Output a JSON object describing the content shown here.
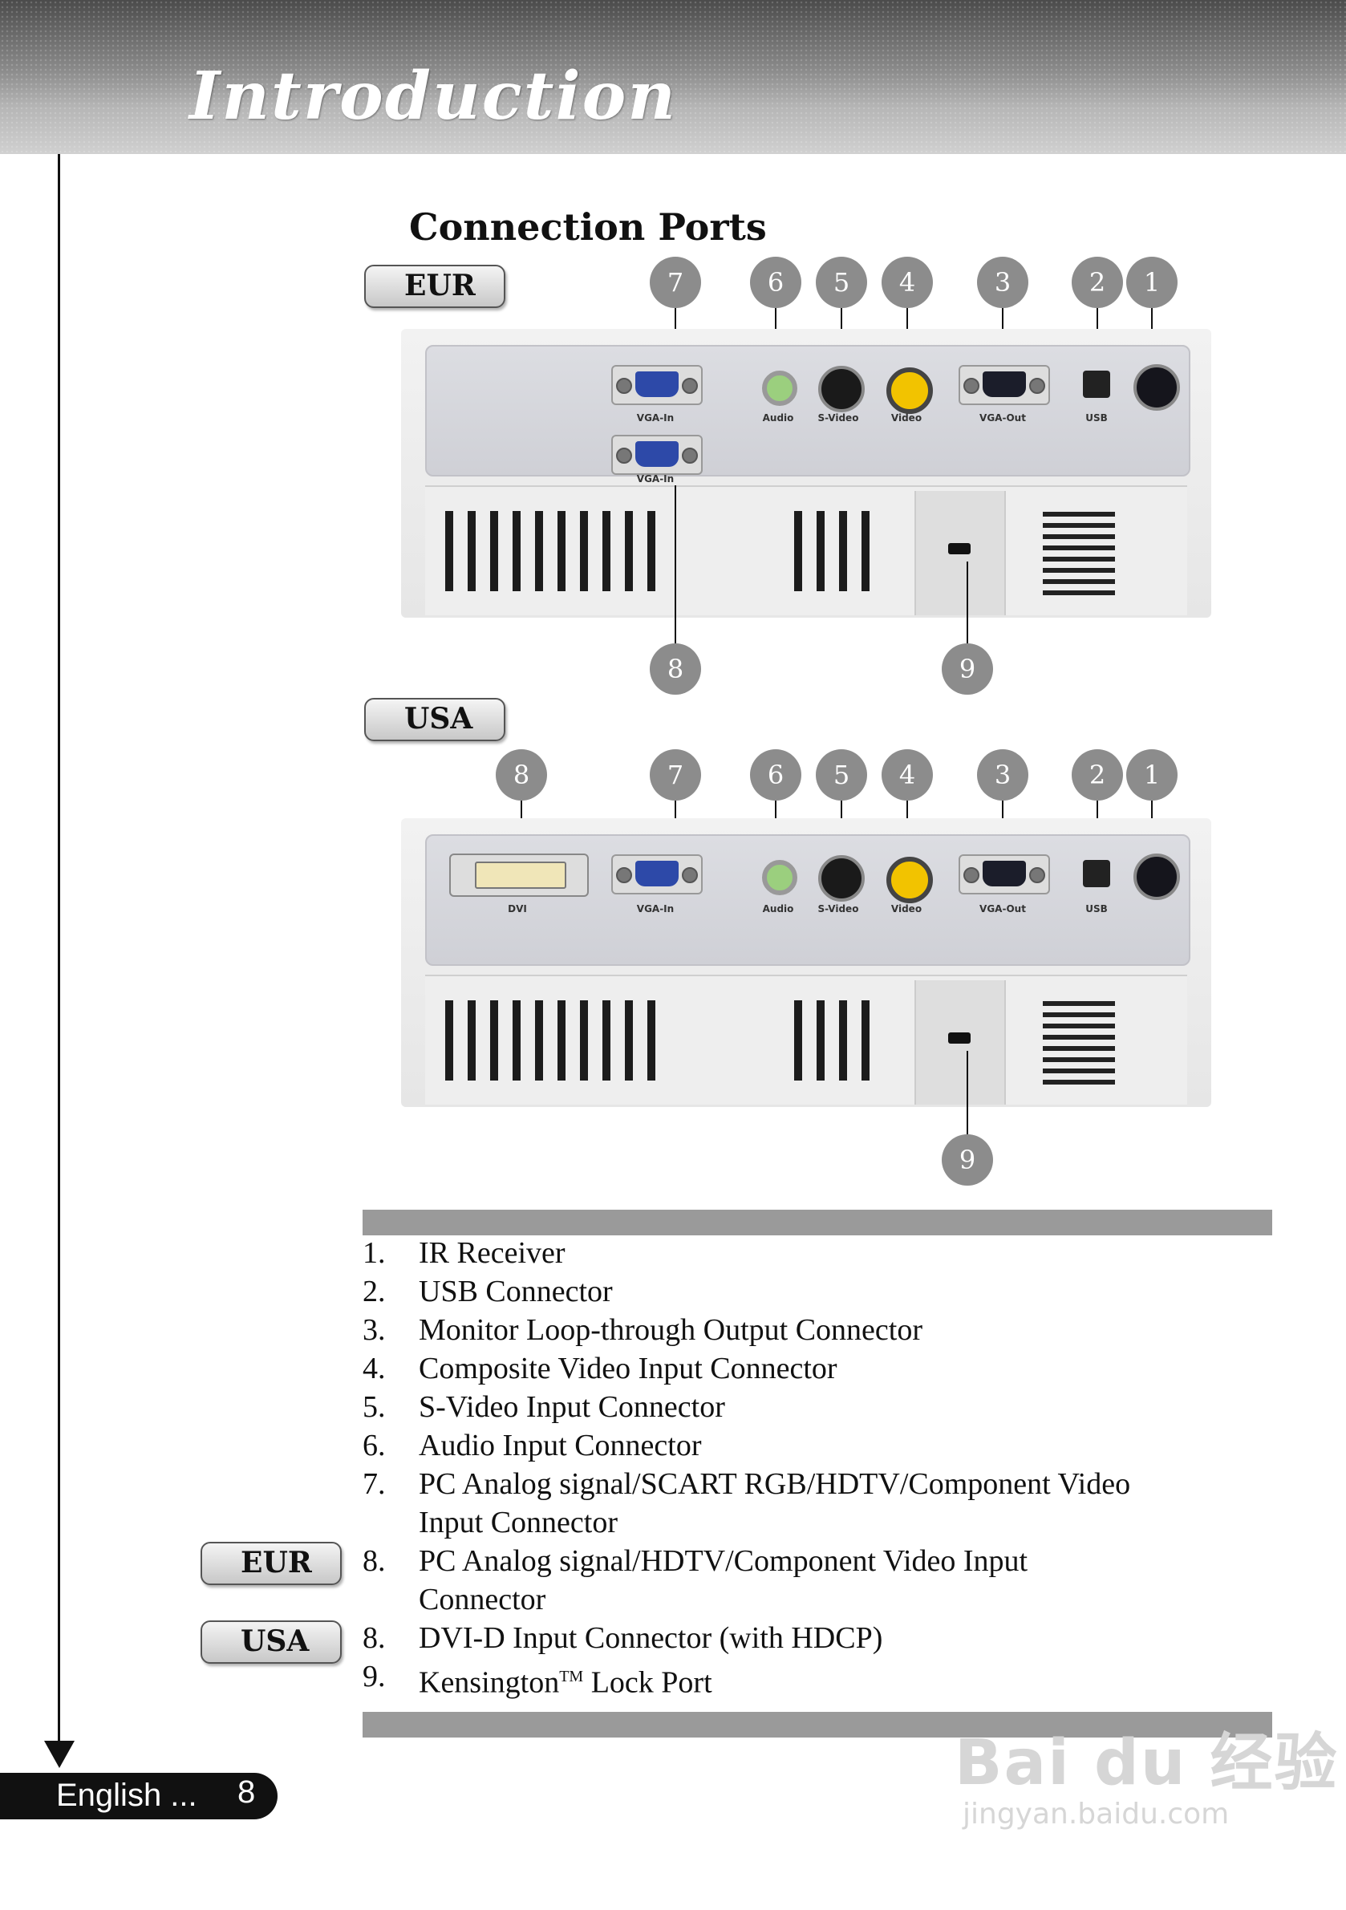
{
  "header": {
    "title": "Introduction"
  },
  "section": {
    "title": "Connection Ports"
  },
  "regions": {
    "eur": "EUR",
    "usa": "USA"
  },
  "eur_panel": {
    "callouts_top": [
      "7",
      "6",
      "5",
      "4",
      "3",
      "2",
      "1"
    ],
    "callouts_bottom": [
      "8",
      "9"
    ],
    "port_labels": {
      "vga_in": "VGA-In",
      "audio": "Audio",
      "svideo": "S-Video",
      "video": "Video",
      "vga_out": "VGA-Out",
      "usb": "USB",
      "vga_in_2": "VGA-In"
    }
  },
  "usa_panel": {
    "callouts_top": [
      "8",
      "7",
      "6",
      "5",
      "4",
      "3",
      "2",
      "1"
    ],
    "callouts_bottom": [
      "9"
    ],
    "port_labels": {
      "dvi": "DVI",
      "vga_in": "VGA-In",
      "audio": "Audio",
      "svideo": "S-Video",
      "video": "Video",
      "vga_out": "VGA-Out",
      "usb": "USB"
    }
  },
  "list": [
    {
      "num": "1.",
      "text": "IR Receiver"
    },
    {
      "num": "2.",
      "text": "USB Connector"
    },
    {
      "num": "3.",
      "text": "Monitor Loop-through Output Connector"
    },
    {
      "num": "4.",
      "text": "Composite Video Input Connector"
    },
    {
      "num": "5.",
      "text": "S-Video Input Connector"
    },
    {
      "num": "6.",
      "text": "Audio Input Connector"
    },
    {
      "num": "7.",
      "text": "PC Analog signal/SCART RGB/HDTV/Component Video",
      "text2": "Input Connector"
    },
    {
      "num": "8.",
      "text": "PC Analog signal/HDTV/Component Video Input",
      "text2": "Connector"
    },
    {
      "num": "8.",
      "text": "DVI-D Input Connector (with HDCP)"
    },
    {
      "num": "9.",
      "text": "Kensington",
      "sup": "TM",
      "suffix": " Lock Port"
    }
  ],
  "side_tags": {
    "eur": "EUR",
    "usa": "USA"
  },
  "footer": {
    "language": "English ...",
    "page": "8"
  },
  "watermark": {
    "main": "Bai du 经验",
    "sub": "jingyan.baidu.com"
  }
}
